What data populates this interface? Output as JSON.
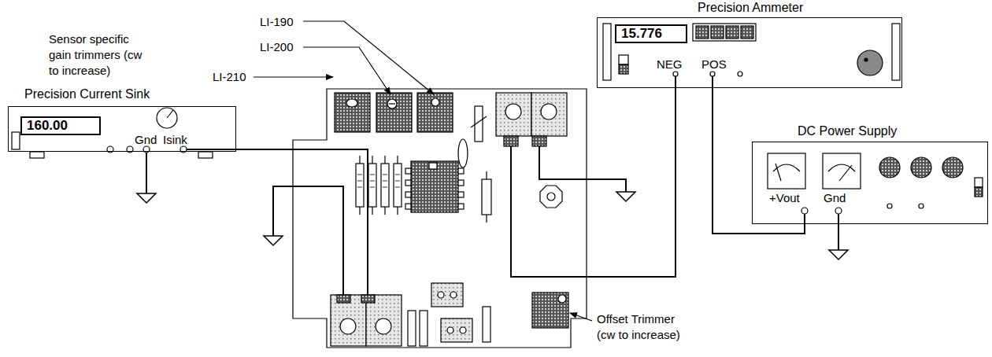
{
  "diagram": {
    "nodes": [
      {
        "text": [
          "Precision Ammeter",
          "15.776",
          "NEG",
          "POS"
        ]
      },
      {
        "text": [
          "DC Power Supply",
          "+Vout",
          "Gnd"
        ]
      },
      {
        "text": [
          "Precision Current Sink",
          "160.00",
          "Gnd",
          "Isink"
        ]
      }
    ],
    "edges": [
      {
        "from": 0,
        "to": 1,
        "arrow": "none"
      }
    ],
    "labels": [
      "LI-190",
      "LI-200",
      "LI-210",
      "Sensor specific gain trimmers (cw to increase)",
      "Offset Trimmer (cw to increase)"
    ]
  }
}
